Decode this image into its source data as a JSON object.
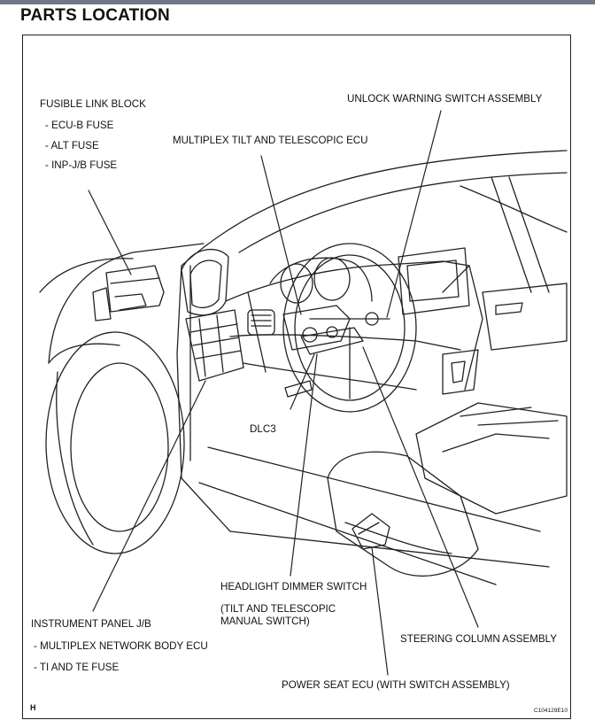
{
  "page": {
    "title": "PARTS LOCATION",
    "figure_mark": "H",
    "figure_code": "C104129E10"
  },
  "labels": {
    "fusible_link_block": "FUSIBLE LINK BLOCK",
    "ecu_b_fuse": "- ECU-B FUSE",
    "alt_fuse": "- ALT FUSE",
    "inp_jb_fuse": "- INP-J/B FUSE",
    "multiplex_tilt_ecu": "MULTIPLEX TILT AND TELESCOPIC ECU",
    "unlock_warning_switch": "UNLOCK WARNING SWITCH ASSEMBLY",
    "dlc3": "DLC3",
    "headlight_dimmer_switch": "HEADLIGHT DIMMER SWITCH",
    "tilt_telescopic_line1": "(TILT AND TELESCOPIC",
    "tilt_telescopic_line2": "MANUAL SWITCH)",
    "instrument_panel_jb": "INSTRUMENT PANEL J/B",
    "multiplex_network_body_ecu": "- MULTIPLEX NETWORK BODY ECU",
    "ti_te_fuse": "- TI AND TE FUSE",
    "steering_column_assembly": "STEERING COLUMN ASSEMBLY",
    "power_seat_ecu": "POWER SEAT ECU (WITH SWITCH ASSEMBLY)"
  },
  "colors": {
    "frame": "#222222",
    "topbar": "#6f7a86",
    "ink": "#111111"
  }
}
